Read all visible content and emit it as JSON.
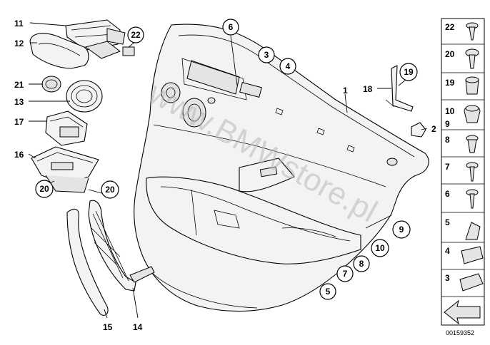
{
  "watermark": "www.BMWstore.pl",
  "reference_number": "00159352",
  "callouts": {
    "c1": "1",
    "c2": "2",
    "c3": "3",
    "c4": "4",
    "c5": "5",
    "c6": "6",
    "c7": "7",
    "c8": "8",
    "c9": "9",
    "c10": "10",
    "c11": "11",
    "c12": "12",
    "c13": "13",
    "c14": "14",
    "c15": "15",
    "c16": "16",
    "c17": "17",
    "c18": "18",
    "c19": "19",
    "c20a": "20",
    "c20b": "20",
    "c21": "21",
    "c22": "22"
  },
  "side_panel": [
    "22",
    "20",
    "19",
    "10",
    "9",
    "8",
    "7",
    "6",
    "5",
    "4",
    "3"
  ]
}
